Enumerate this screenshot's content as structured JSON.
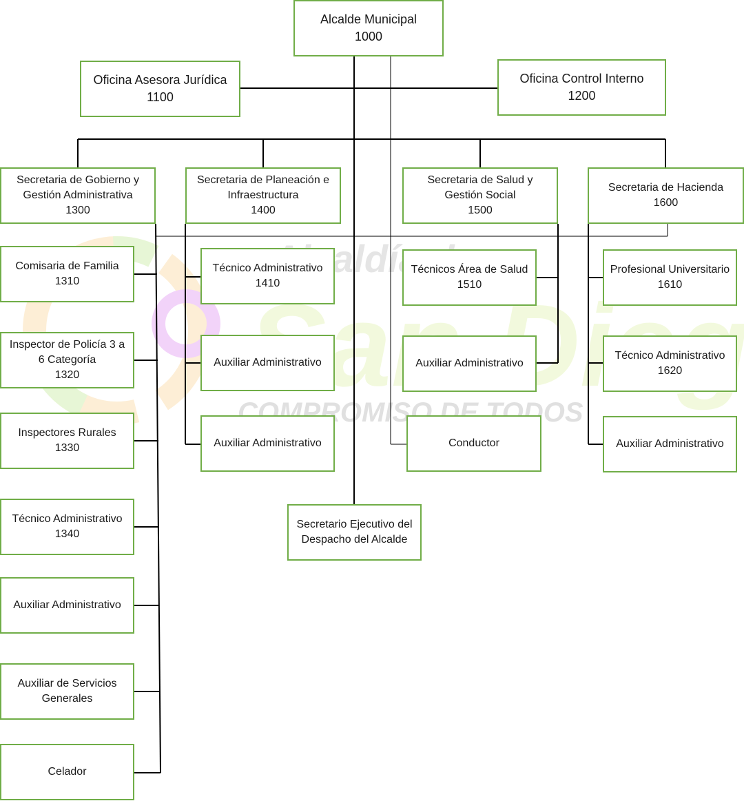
{
  "watermark": {
    "line1": "Alcaldía de",
    "line2": "San Diego",
    "line3": "COMPROMISO DE TODOS"
  },
  "top": {
    "alcalde": {
      "title": "Alcalde Municipal",
      "code": "1000"
    },
    "asesora": {
      "title": "Oficina Asesora Jurídica",
      "code": "1100"
    },
    "control": {
      "title": "Oficina Control Interno",
      "code": "1200"
    }
  },
  "secretarias": {
    "gobierno": {
      "title": "Secretaria de Gobierno y Gestión Administrativa",
      "code": "1300"
    },
    "planeacion": {
      "title": "Secretaria de Planeación e Infraestructura",
      "code": "1400"
    },
    "salud": {
      "title": "Secretaria de Salud y Gestión Social",
      "code": "1500"
    },
    "hacienda": {
      "title": "Secretaria de Hacienda",
      "code": "1600"
    }
  },
  "gobierno_units": [
    {
      "title": "Comisaria de Familia",
      "code": "1310"
    },
    {
      "title": "Inspector de Policía 3 a 6 Categoría",
      "code": "1320"
    },
    {
      "title": "Inspectores Rurales",
      "code": "1330"
    },
    {
      "title": "Técnico Administrativo",
      "code": "1340"
    },
    {
      "title": "Auxiliar Administrativo",
      "code": ""
    },
    {
      "title": "Auxiliar de Servicios Generales",
      "code": ""
    },
    {
      "title": "Celador",
      "code": ""
    }
  ],
  "planeacion_units": [
    {
      "title": "Técnico Administrativo",
      "code": "1410"
    },
    {
      "title": "Auxiliar Administrativo",
      "code": ""
    },
    {
      "title": "Auxiliar Administrativo",
      "code": ""
    }
  ],
  "salud_units": [
    {
      "title": "Técnicos Área de Salud",
      "code": "1510"
    },
    {
      "title": "Auxiliar Administrativo",
      "code": ""
    },
    {
      "title": "Conductor",
      "code": ""
    }
  ],
  "hacienda_units": [
    {
      "title": "Profesional Universitario",
      "code": "1610"
    },
    {
      "title": "Técnico Administrativo",
      "code": "1620"
    },
    {
      "title": "Auxiliar Administrativo",
      "code": ""
    }
  ],
  "despacho": {
    "title": "Secretario Ejecutivo del Despacho del Alcalde",
    "code": ""
  },
  "colors": {
    "box_border": "#70ad47",
    "line": "#000000"
  }
}
